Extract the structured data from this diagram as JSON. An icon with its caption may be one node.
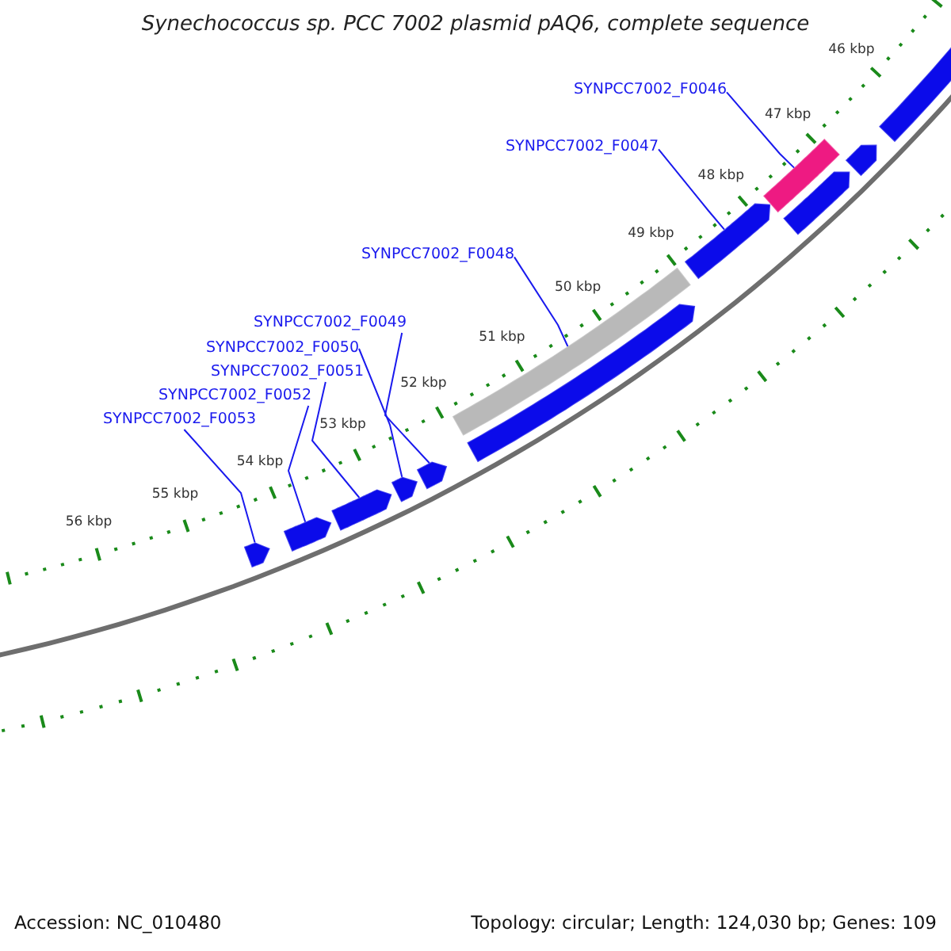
{
  "diagram": {
    "title": "Synechococcus sp. PCC 7002 plasmid pAQ6, complete sequence",
    "nodes": [
      {
        "text": [
          "SYNPCC7002_F0046"
        ]
      },
      {
        "text": [
          "SYNPCC7002_F0047"
        ]
      },
      {
        "text": [
          "SYNPCC7002_F0048"
        ]
      },
      {
        "text": [
          "SYNPCC7002_F0049"
        ]
      },
      {
        "text": [
          "SYNPCC7002_F0050"
        ]
      },
      {
        "text": [
          "SYNPCC7002_F0051"
        ]
      },
      {
        "text": [
          "SYNPCC7002_F0052"
        ]
      },
      {
        "text": [
          "SYNPCC7002_F0053"
        ]
      },
      {
        "text": [],
        "shape": "pentagon"
      },
      {
        "text": [],
        "shape": "pentagon"
      },
      {
        "text": [],
        "shape": "pentagon"
      },
      {
        "text": [],
        "shape": "pentagon"
      },
      {
        "text": [],
        "shape": "pentagon"
      },
      {
        "text": [],
        "shape": "pentagon"
      },
      {
        "text": [],
        "shape": "bar"
      },
      {
        "text": [],
        "shape": "pentagon"
      },
      {
        "text": [],
        "shape": "bar"
      },
      {
        "text": [],
        "shape": "pentagon"
      },
      {
        "text": [],
        "shape": "pentagon"
      },
      {
        "text": [],
        "shape": "pentagon"
      }
    ],
    "edges": [
      {
        "from": 0,
        "to": 16,
        "arrow": "none"
      },
      {
        "from": 1,
        "to": 15,
        "arrow": "none"
      },
      {
        "from": 2,
        "to": 14,
        "arrow": "none"
      },
      {
        "from": 3,
        "to": 12,
        "arrow": "none"
      },
      {
        "from": 4,
        "to": 11,
        "arrow": "none"
      },
      {
        "from": 5,
        "to": 10,
        "arrow": "none"
      },
      {
        "from": 6,
        "to": 9,
        "arrow": "none"
      },
      {
        "from": 7,
        "to": 8,
        "arrow": "none"
      }
    ],
    "labels": [
      "46 kbp",
      "47 kbp",
      "48 kbp",
      "49 kbp",
      "50 kbp",
      "51 kbp",
      "52 kbp",
      "53 kbp",
      "54 kbp",
      "55 kbp",
      "56 kbp",
      "Accession: NC_010480",
      "Topology: circular; Length: 124,030 bp; Genes: 109"
    ]
  }
}
